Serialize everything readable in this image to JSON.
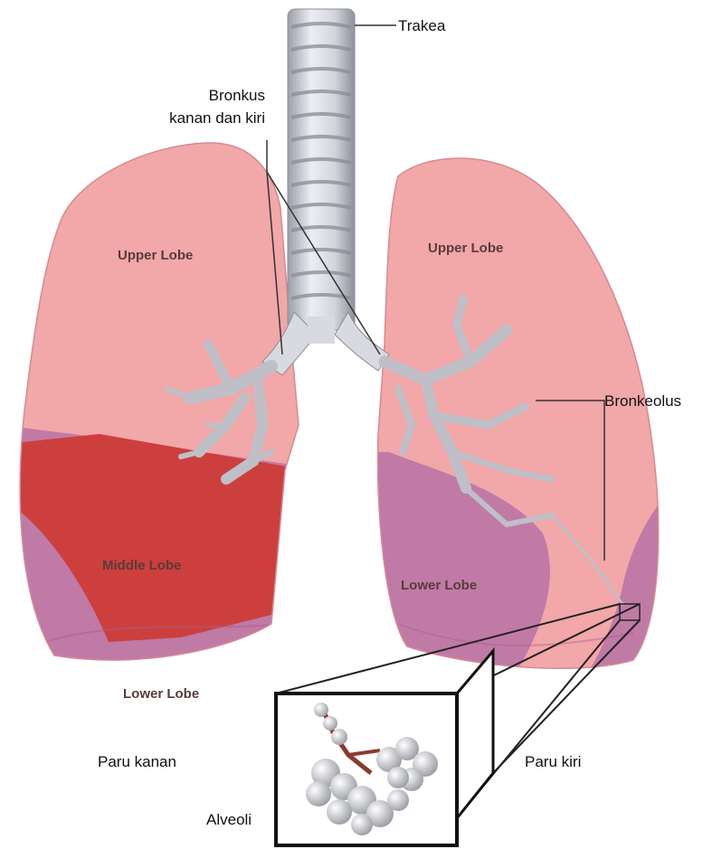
{
  "labels": {
    "trakea": "Trakea",
    "bronkus_line1": "Bronkus",
    "bronkus_line2": "kanan dan kiri",
    "bronkeolus": "Bronkeolus",
    "paru_kanan": "Paru kanan",
    "paru_kiri": "Paru kiri",
    "alveoli": "Alveoli"
  },
  "lobes": {
    "right_upper": "Upper Lobe",
    "right_middle": "Middle Lobe",
    "right_lower": "Lower Lobe",
    "left_upper": "Upper Lobe",
    "left_lower": "Lower Lobe"
  },
  "colors": {
    "upper_lobe": "#f2a7a9",
    "middle_lobe": "#cc3f3d",
    "lower_lobe": "#c07aa6",
    "airway": "#dcdde3",
    "leader_line": "#333333"
  }
}
